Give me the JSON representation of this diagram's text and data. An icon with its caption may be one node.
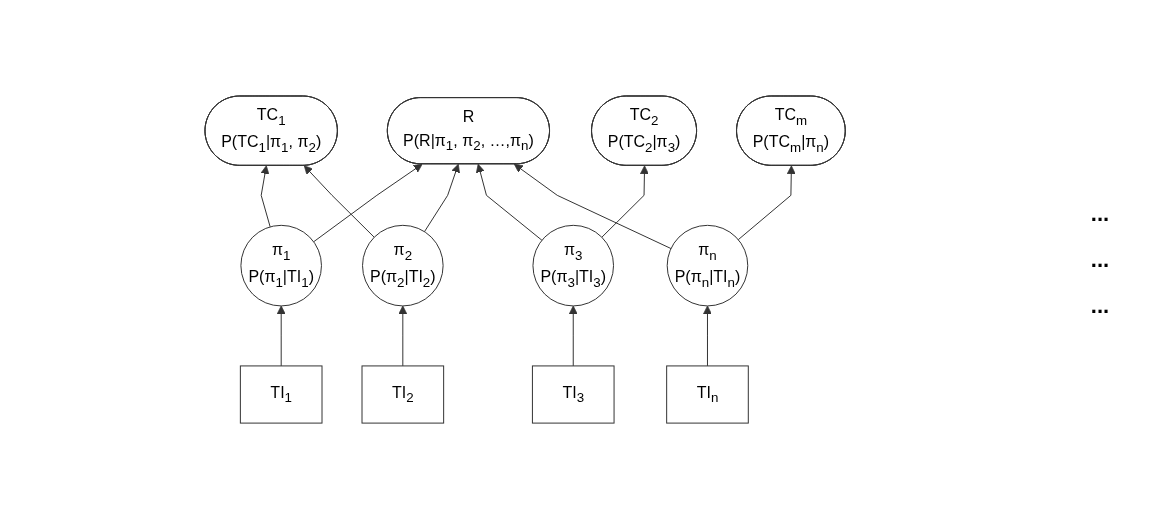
{
  "diagram": {
    "nodes": [
      {
        "text": [
          "TC$_{1}$",
          "P(TC$_{1}$|π$_{1}$, π$_{2}$)"
        ]
      },
      {
        "text": [
          "TC$_{2}$",
          "P(TC$_{2}$|π$_{3}$)"
        ]
      },
      {
        "text": [
          "TC$_{m}$",
          "P(TC$_{m}$|π$_{n}$)"
        ]
      },
      {
        "text": [
          "R",
          "P(R|π$_{1}$, π$_{2}$, …,π$_{n}$)"
        ]
      },
      {
        "text": [
          "π$_{1}$",
          "P(π$_{1}$|TI$_{1}$)"
        ]
      },
      {
        "text": [
          "π$_{2}$",
          "P(π$_{2}$|TI$_{2}$)"
        ]
      },
      {
        "text": [
          "π$_{3}$",
          "P(π$_{3}$|TI$_{3}$)"
        ]
      },
      {
        "text": [
          "π$_{n}$",
          "P(π$_{n}$|TI$_{n}$)"
        ]
      },
      {
        "text": [
          "TI$_{1}$"
        ]
      },
      {
        "text": [
          "TI$_{2}$"
        ]
      },
      {
        "text": [
          "TI$_{3}$"
        ]
      },
      {
        "text": [
          "TI$_{n}$"
        ]
      }
    ],
    "edges": [
      {
        "from": 8,
        "to": 4,
        "arrow": "to"
      },
      {
        "from": 9,
        "to": 5,
        "arrow": "to"
      },
      {
        "from": 10,
        "to": 6,
        "arrow": "to"
      },
      {
        "from": 11,
        "to": 7,
        "arrow": "to"
      },
      {
        "from": 4,
        "to": 0,
        "arrow": "to"
      },
      {
        "from": 5,
        "to": 0,
        "arrow": "to"
      },
      {
        "from": 6,
        "to": 1,
        "arrow": "to"
      },
      {
        "from": 7,
        "to": 2,
        "arrow": "to"
      },
      {
        "from": 4,
        "to": 3,
        "arrow": "to"
      },
      {
        "from": 5,
        "to": 3,
        "arrow": "to"
      },
      {
        "from": 6,
        "to": 3,
        "arrow": "to"
      },
      {
        "from": 7,
        "to": 3,
        "arrow": "to"
      }
    ],
    "labels": [
      "...",
      "...",
      "..."
    ]
  }
}
